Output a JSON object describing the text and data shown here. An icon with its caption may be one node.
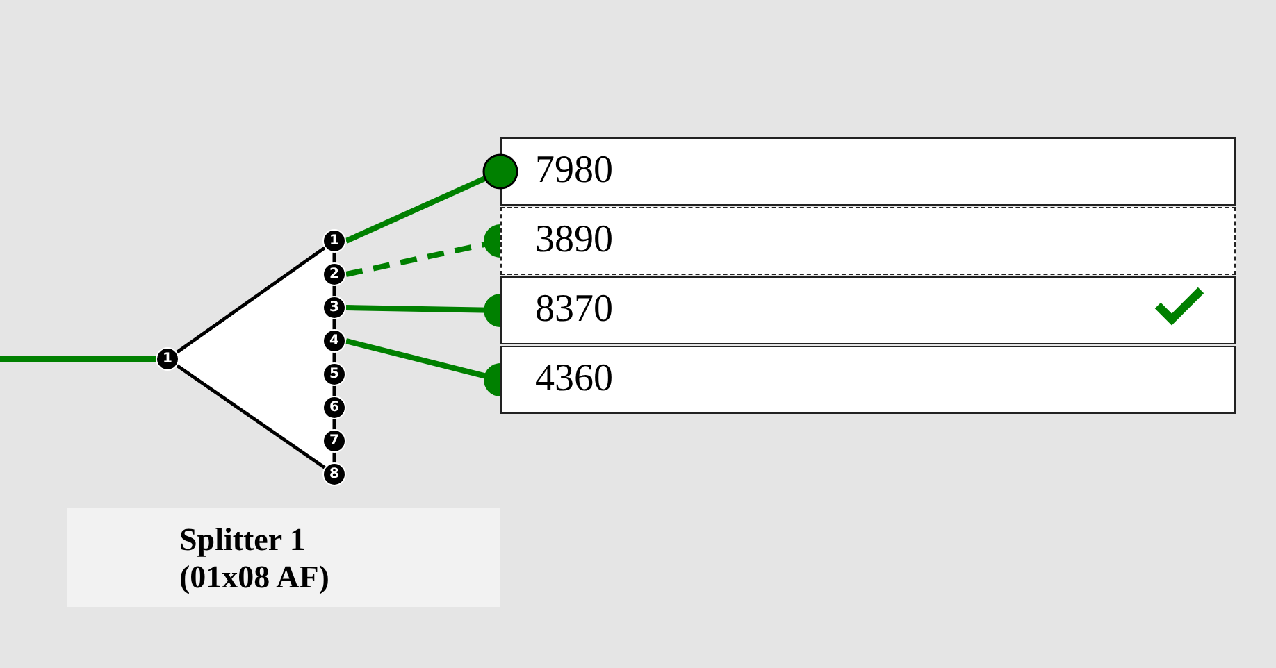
{
  "diagram": {
    "nodes": [
      {
        "text": [
          "1"
        ]
      },
      {
        "text": [
          "1"
        ]
      },
      {
        "text": [
          "2"
        ]
      },
      {
        "text": [
          "3"
        ]
      },
      {
        "text": [
          "4"
        ]
      },
      {
        "text": [
          "5"
        ]
      },
      {
        "text": [
          "6"
        ]
      },
      {
        "text": [
          "7"
        ]
      },
      {
        "text": [
          "8"
        ]
      },
      {
        "text": [
          "7980"
        ]
      },
      {
        "text": [
          "3890"
        ]
      },
      {
        "text": [
          "8370"
        ]
      },
      {
        "text": [
          "4360"
        ]
      },
      {
        "text": [
          "Splitter 1 (01x08 AF)"
        ]
      }
    ],
    "edges": [
      {
        "from": null,
        "to": 0,
        "arrow": "none",
        "color": "#008000"
      },
      {
        "from": 1,
        "to": 9,
        "arrow": "other",
        "color": "#008000"
      },
      {
        "from": 2,
        "to": 10,
        "arrow": "other",
        "style": "dashed",
        "color": "#008000"
      },
      {
        "from": 3,
        "to": 11,
        "arrow": "other",
        "color": "#008000"
      },
      {
        "from": 4,
        "to": 12,
        "arrow": "other",
        "color": "#008000"
      }
    ]
  }
}
